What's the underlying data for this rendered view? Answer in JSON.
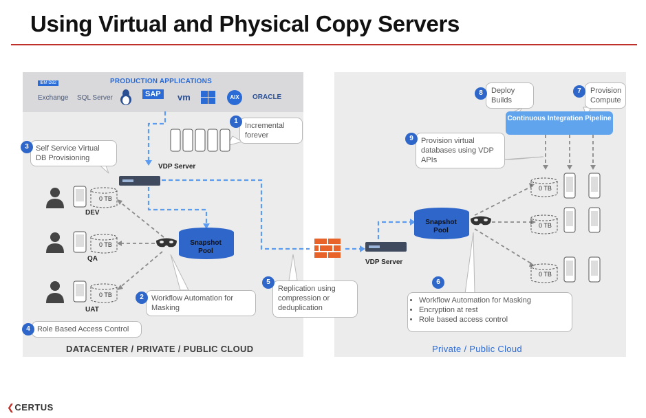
{
  "slide": {
    "title": "Using Virtual and Physical Copy Servers"
  },
  "production": {
    "title": "PRODUCTION APPLICATIONS",
    "apps": [
      "IBM DB2",
      "Exchange",
      "SQL Server",
      "Linux",
      "SAP",
      "vm",
      "Windows",
      "AIX",
      "ORACLE"
    ]
  },
  "left_panel": {
    "footer": "DATACENTER / PRIVATE / PUBLIC CLOUD",
    "vdp_server": "VDP Server",
    "snapshot_pool": "Snapshot Pool",
    "envs": [
      {
        "name": "DEV",
        "tb": "0 TB"
      },
      {
        "name": "QA",
        "tb": "0 TB"
      },
      {
        "name": "UAT",
        "tb": "0 TB"
      }
    ]
  },
  "right_panel": {
    "footer": "Private / Public Cloud",
    "vdp_server": "VDP Server",
    "snapshot_pool": "Snapshot Pool",
    "ci_pipeline": "Continuous Integration Pipeline",
    "tbs": [
      "0 TB",
      "0 TB",
      "0 TB"
    ]
  },
  "callouts": [
    {
      "num": "1",
      "text": "Incremental forever"
    },
    {
      "num": "2",
      "text": "Workflow Automation for Masking"
    },
    {
      "num": "3",
      "text": "Self Service Virtual DB Provisioning"
    },
    {
      "num": "4",
      "text": "Role Based Access Control"
    },
    {
      "num": "5",
      "text": "Replication using compression or deduplication"
    },
    {
      "num": "6",
      "items": [
        "Workflow Automation for Masking",
        "Encryption at rest",
        "Role based access control"
      ]
    },
    {
      "num": "7",
      "text": "Provision Compute"
    },
    {
      "num": "8",
      "text": "Deploy Builds"
    },
    {
      "num": "9",
      "text": "Provision virtual databases using VDP APIs"
    }
  ],
  "brand": {
    "logo": "CERTUS"
  },
  "colors": {
    "accent_blue": "#2f66c9",
    "dash_blue": "#5b9cf0",
    "title_rule": "#c0302b",
    "firewall": "#e8632a"
  }
}
